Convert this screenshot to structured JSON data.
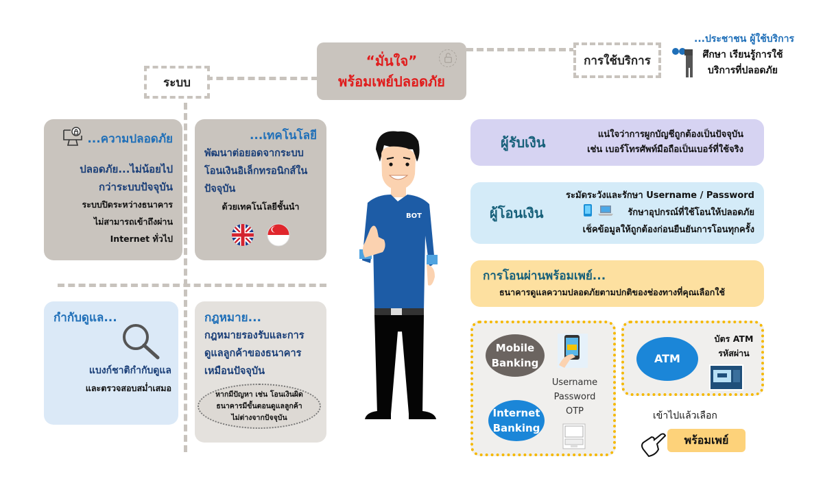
{
  "center": {
    "title_line1": "“มั่นใจ”",
    "title_line2": "พร้อมเพย์ปลอดภัย",
    "icon": "lock-icon"
  },
  "system_label": "ระบบ",
  "service": {
    "label": "การใช้บริการ",
    "heading": "...ประชาชน ผู้ใช้บริการ",
    "line1": "ศึกษา เรียนรู้การใช้",
    "line2": "บริการที่ปลอดภัย",
    "icon": "binoculars-person-icon"
  },
  "cards": {
    "security": {
      "title": "...ความปลอดภัย",
      "icon": "computer-lock-icon",
      "line1": "ปลอดภัย...ไม่น้อยไป",
      "line2": "กว่าระบบปัจจุบัน",
      "line3": "ระบบปิดระหว่างธนาคาร",
      "line4": "ไม่สามารถเข้าถึงผ่าน",
      "line5": "Internet ทั่วไป"
    },
    "technology": {
      "title": "...เทคโนโลยี",
      "line1": "พัฒนาต่อยอดจากระบบ",
      "line2": "โอนเงินอิเล็กทรอนิกส์ใน",
      "line3": "ปัจจุบัน",
      "line4": "ด้วยเทคโนโลยีชั้นนำ",
      "flags": [
        "uk-flag-icon",
        "singapore-flag-icon"
      ]
    },
    "supervision": {
      "title": "กำกับดูแล...",
      "icon": "magnifier-icon",
      "line1": "แบงก์ชาติกำกับดูแล",
      "line2": "และตรวจสอบสม่ำเสมอ"
    },
    "law": {
      "title": "กฎหมาย...",
      "line1": "กฎหมายรองรับและการ",
      "line2": "ดูแลลูกค้าของธนาคาร",
      "line3": "เหมือนปัจจุบัน",
      "note1": "หากมีปัญหา เช่น โอนเงินผิด",
      "note2": "ธนาคารมีขั้นตอนดูแลลูกค้า",
      "note3": "ไม่ต่างจากปัจจุบัน"
    }
  },
  "character": {
    "shirt_text": "BOT"
  },
  "right": {
    "receiver": {
      "label": "ผู้รับเงิน",
      "line1": "แน่ใจว่าการผูกบัญชีถูกต้องเป็นปัจจุบัน",
      "line2": "เช่น เบอร์โทรศัพท์มือถือเป็นเบอร์ที่ใช้จริง",
      "color": "#d6d3f2"
    },
    "sender": {
      "label": "ผู้โอนเงิน",
      "line1": "ระมัดระวังและรักษา Username / Password",
      "line2": "รักษาอุปกรณ์ที่ใช้โอนให้ปลอดภัย",
      "line3": "เช็คข้อมูลให้ถูกต้องก่อนยืนยันการโอนทุกครั้ง",
      "icons": [
        "smartphone-icon",
        "laptop-icon"
      ],
      "color": "#d4ebf8"
    },
    "promptpay": {
      "title": "การโอนผ่านพร้อมเพย์...",
      "text": "ธนาคารดูแลความปลอดภัยตามปกติของช่องทางที่คุณเลือกใช้",
      "color": "#fde0a0"
    },
    "channels": {
      "mobile_banking": "Mobile Banking",
      "internet_banking": "Internet Banking",
      "cred1": "Username",
      "cred2": "Password",
      "cred3": "OTP",
      "atm": "ATM",
      "atm_line1": "บัตร ATM",
      "atm_line2": "รหัสผ่าน",
      "then_select": "เข้าไปแล้วเลือก",
      "promptpay_button": "พร้อมเพย์"
    }
  },
  "colors": {
    "title_red": "#e01c1c",
    "heading_blue": "#1f6fb8",
    "card_grey": "#c9c4be",
    "dash_grey": "#c8c3bd",
    "dot_yellow": "#f5b800"
  }
}
